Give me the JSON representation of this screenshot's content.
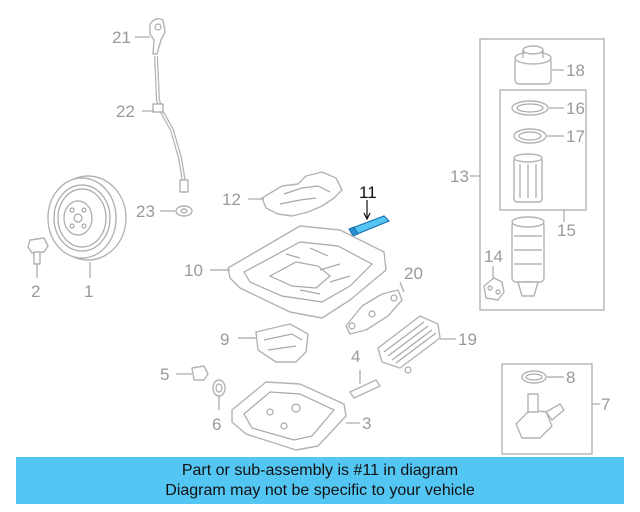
{
  "diagram": {
    "callouts": {
      "c1": "1",
      "c2": "2",
      "c3": "3",
      "c4": "4",
      "c5": "5",
      "c6": "6",
      "c7": "7",
      "c8": "8",
      "c9": "9",
      "c10": "10",
      "c11": "11",
      "c12": "12",
      "c13": "13",
      "c14": "14",
      "c15": "15",
      "c16": "16",
      "c17": "17",
      "c18": "18",
      "c19": "19",
      "c20": "20",
      "c21": "21",
      "c22": "22",
      "c23": "23"
    },
    "highlighted_part": "11",
    "colors": {
      "highlight": "#54c6f3",
      "line_art": "#b3b3b3",
      "banner": "#54c6f3"
    }
  },
  "banner": {
    "line1": "Part or sub-assembly is #11 in diagram",
    "line2": "Diagram may not be specific to your vehicle"
  }
}
